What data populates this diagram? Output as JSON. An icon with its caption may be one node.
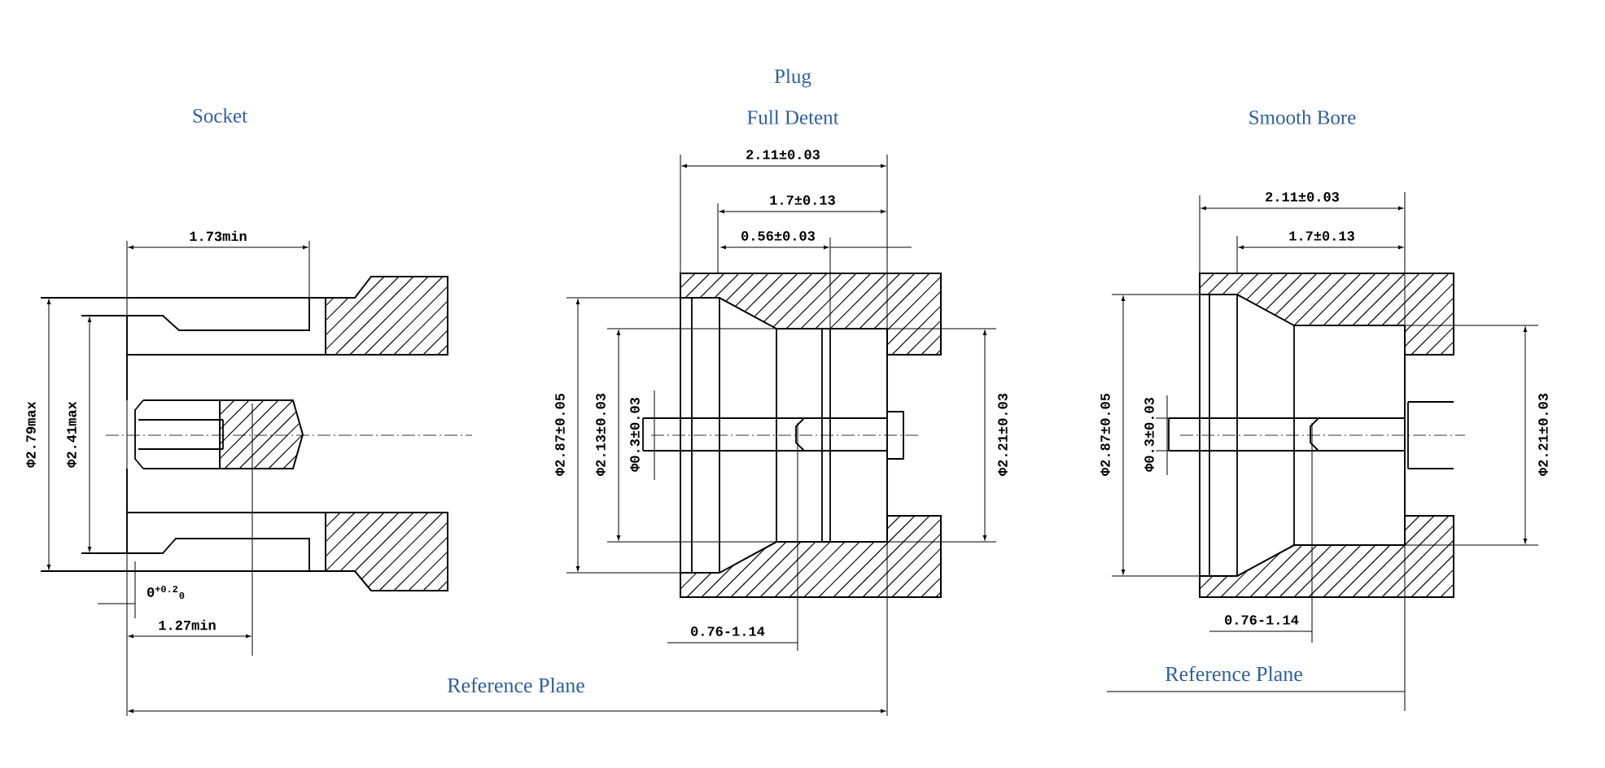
{
  "diagram": {
    "labels": [
      "Plug",
      "Socket",
      "Full Detent",
      "Smooth Bore",
      "2.11±0.03",
      "1.7±0.13",
      "2.11±0.03",
      "1.73min",
      "0.56±0.03",
      "1.7±0.13",
      "Φ2.79max",
      "Φ2.41max",
      "Φ2.87±0.05",
      "Φ2.13±0.03",
      "Φ0.3±0.03",
      "Φ2.21±0.03",
      "Φ2.87±0.05",
      "Φ0.3±0.03",
      "Φ2.21±0.03",
      "0$^{+0.2}$$_{0}$",
      "1.27min",
      "0.76-1.14",
      "0.76-1.14",
      "Reference Plane",
      "Reference Plane"
    ]
  }
}
